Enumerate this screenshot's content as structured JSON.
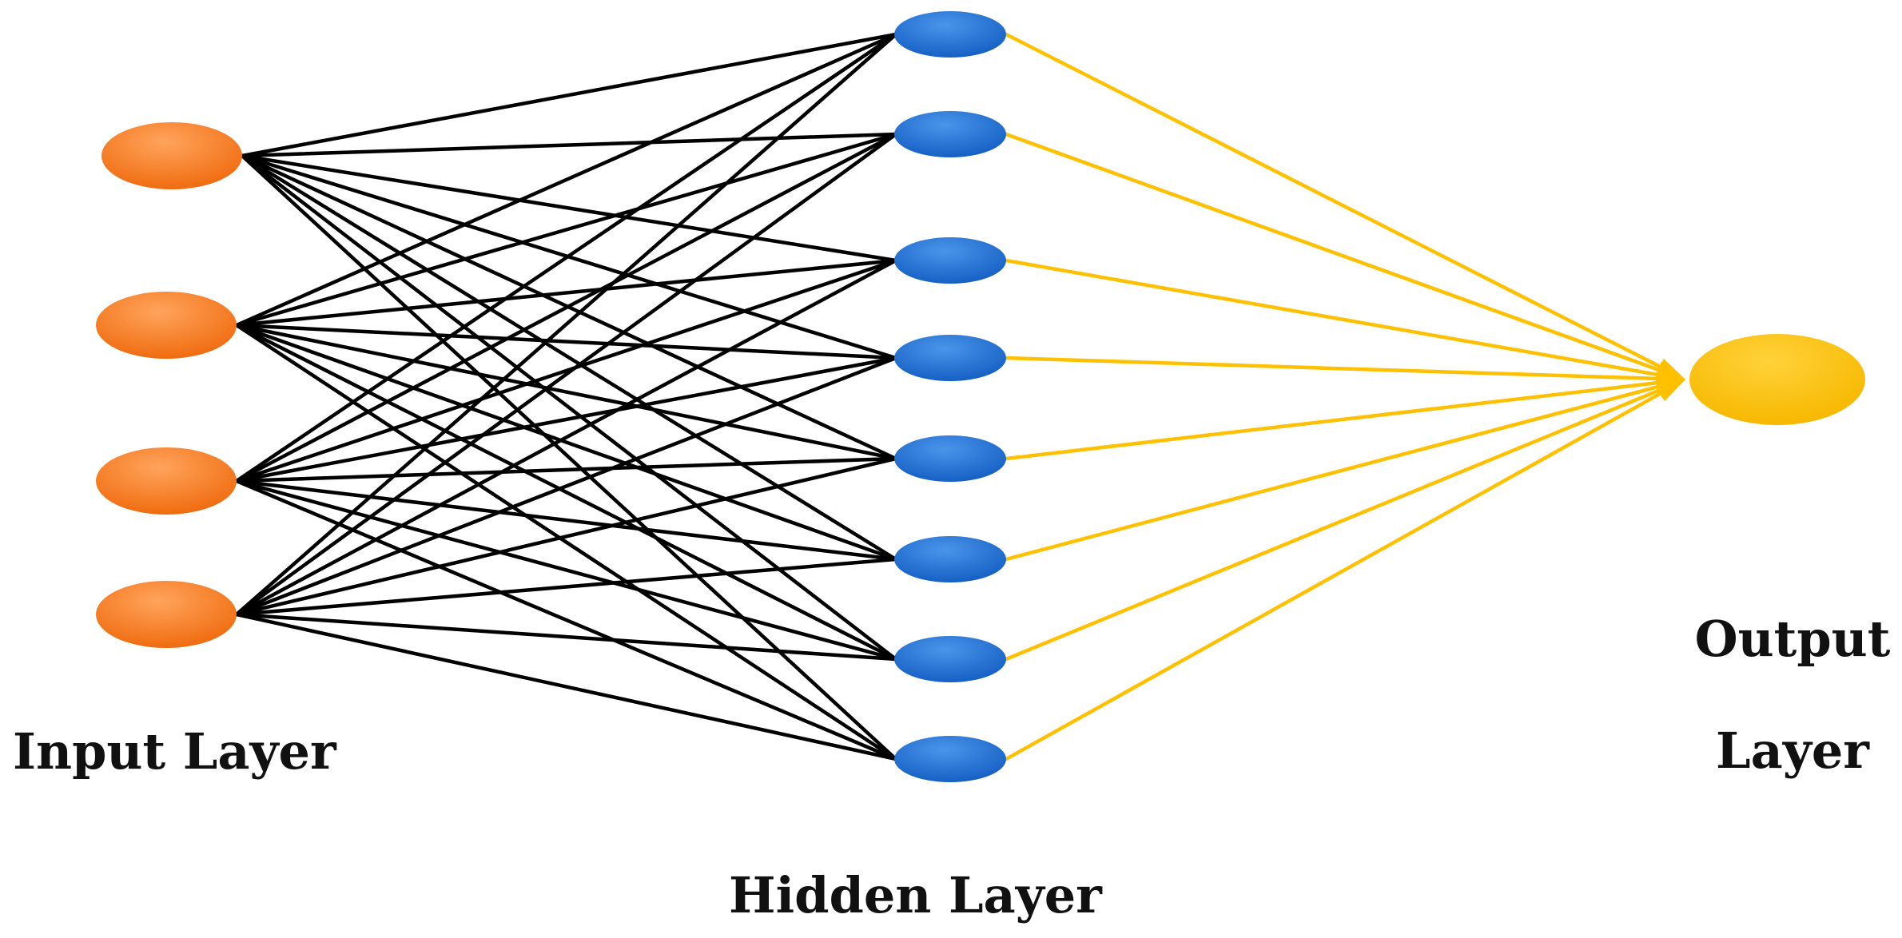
{
  "labels": {
    "input": "Input Layer",
    "hidden": "Hidden Layer",
    "output_line1": "Output",
    "output_line2": "Layer"
  },
  "network": {
    "input_nodes": 4,
    "hidden_nodes": 8,
    "output_nodes": 1
  },
  "colors": {
    "input_node": "#f47a20",
    "hidden_node": "#1b6ed0",
    "output_node": "#ffc000",
    "input_hidden_edge": "#000000",
    "hidden_output_edge": "#ffc000"
  }
}
